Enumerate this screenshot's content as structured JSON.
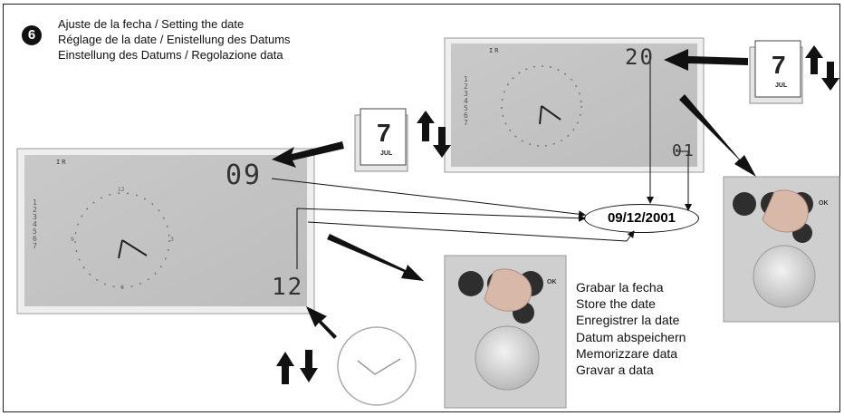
{
  "step": {
    "number": "6"
  },
  "heading": {
    "lines": [
      "Ajuste de la fecha / Setting the date",
      "Réglage de la date / Enistellung des Datums",
      "Einstellung des Datums / Regolazione data"
    ]
  },
  "left_display": {
    "indicator": "IR",
    "top_value": "09",
    "bottom_value": "12",
    "days": [
      "1",
      "2",
      "3",
      "4",
      "5",
      "6",
      "7"
    ],
    "clock_numbers": [
      "12",
      "3",
      "6",
      "9"
    ]
  },
  "top_display": {
    "indicator": "IR",
    "top_value": "20",
    "bottom_value": "01",
    "days": [
      "1",
      "2",
      "3",
      "4",
      "5",
      "6",
      "7"
    ]
  },
  "calendar_icon": {
    "day": "7",
    "month": "JUL"
  },
  "result_date": "09/12/2001",
  "store_instructions": [
    "Grabar la fecha",
    "Store the date",
    "Enregistrer la date",
    "Datum abspeichern",
    "Memorizzare data",
    "Gravar a data"
  ],
  "control_panel": {
    "ok_label": "OK"
  },
  "icons": [
    "calendar-icon",
    "up-arrow-icon",
    "down-arrow-icon",
    "clock-icon",
    "hand-pointer-icon"
  ]
}
